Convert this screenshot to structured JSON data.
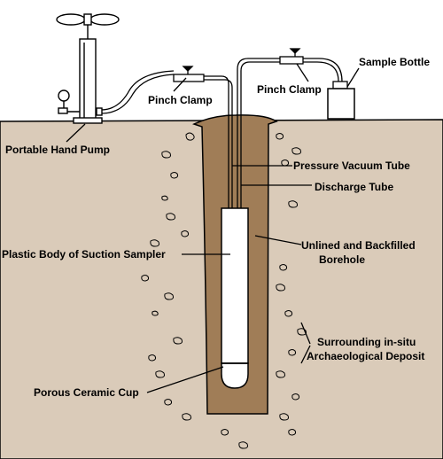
{
  "colors": {
    "ground": "#dacbb9",
    "backfill": "#a07d57",
    "sampler_body": "#ffffff",
    "outline": "#000000"
  },
  "labels": {
    "sample_bottle": "Sample Bottle",
    "pinch_clamp_left": "Pinch Clamp",
    "pinch_clamp_right": "Pinch Clamp",
    "portable_hand_pump": "Portable Hand Pump",
    "pressure_vacuum_tube": "Pressure Vacuum Tube",
    "discharge_tube": "Discharge Tube",
    "plastic_body": "Plastic Body of Suction Sampler",
    "unlined_line1": "Unlined and Backfilled",
    "unlined_line2": "Borehole",
    "surrounding_line1": "Surrounding in-situ",
    "surrounding_line2": "Archaeological Deposit",
    "porous_cup": "Porous Ceramic Cup"
  }
}
